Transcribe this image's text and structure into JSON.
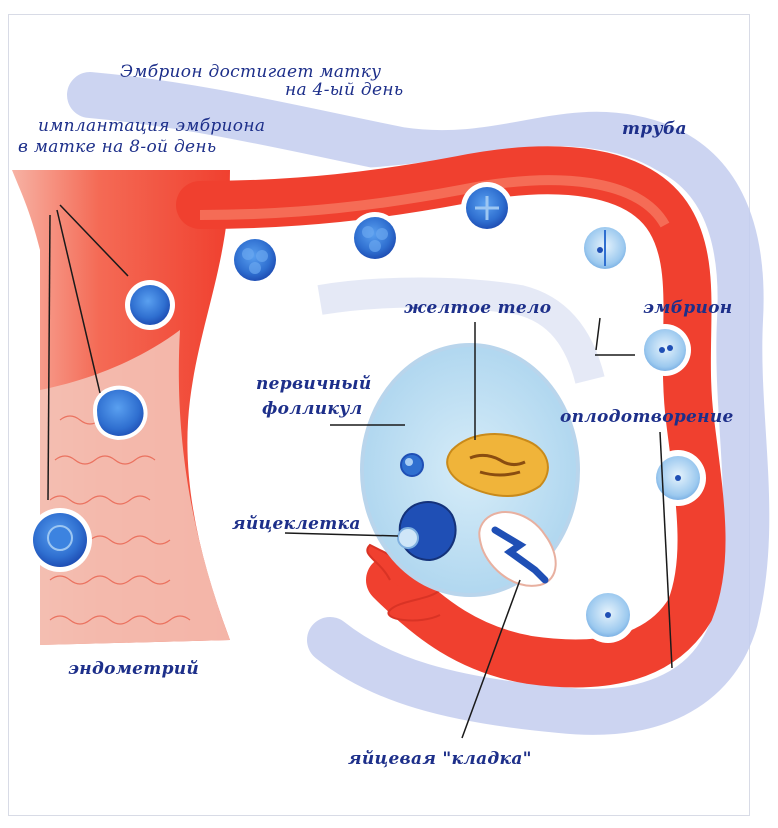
{
  "labels": {
    "embryo_reaches_line1": "Эмбрион достигает матку",
    "embryo_reaches_line2": "на 4-ый день",
    "implantation_line1": "имплантация эмбриона",
    "implantation_line2": "в матке на 8-ой день",
    "tube": "труба",
    "corpus_luteum": "желтое тело",
    "embryo": "эмбрион",
    "primary_follicle_line1": "первичный",
    "primary_follicle_line2": "фолликул",
    "fertilization": "оплодотворение",
    "egg_cell": "яйцеклетка",
    "endometrium": "эндометрий",
    "egg_clutch": "яйцевая \"кладка\""
  },
  "colors": {
    "tissue_red": "#f0402f",
    "tissue_light": "#f7a08f",
    "tube_wall_blue": "#b9c4ea",
    "ovary_blue": "#bfe0f2",
    "cell_blue": "#2f6fd0",
    "cell_dark": "#1f4fb5",
    "luteum_yellow": "#f0b43a",
    "label_blue": "#1d2f8a"
  }
}
